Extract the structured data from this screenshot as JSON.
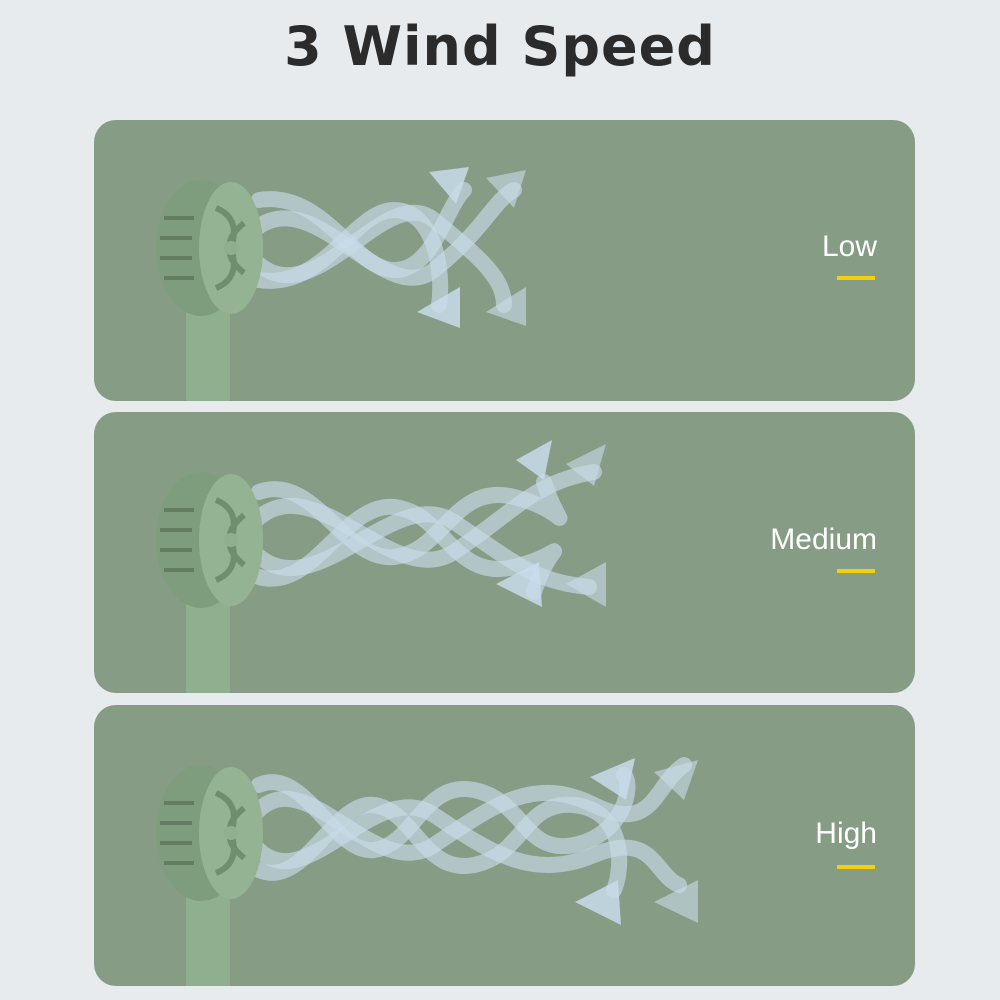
{
  "title": "3 Wind Speed",
  "speeds": [
    {
      "label": "Low"
    },
    {
      "label": "Medium"
    },
    {
      "label": "High"
    }
  ],
  "colors": {
    "background": "#e8ebed",
    "panel": "#869c85",
    "fan_body": "#8fb08e",
    "fan_dark": "#5f7a5e",
    "wind": "#c8dcea",
    "accent_underline": "#f2d10c",
    "title": "#2b2b2b"
  },
  "icons": [
    "handheld-fan-icon",
    "airflow-wave-icon",
    "arrow-up-icon",
    "arrow-down-icon"
  ]
}
